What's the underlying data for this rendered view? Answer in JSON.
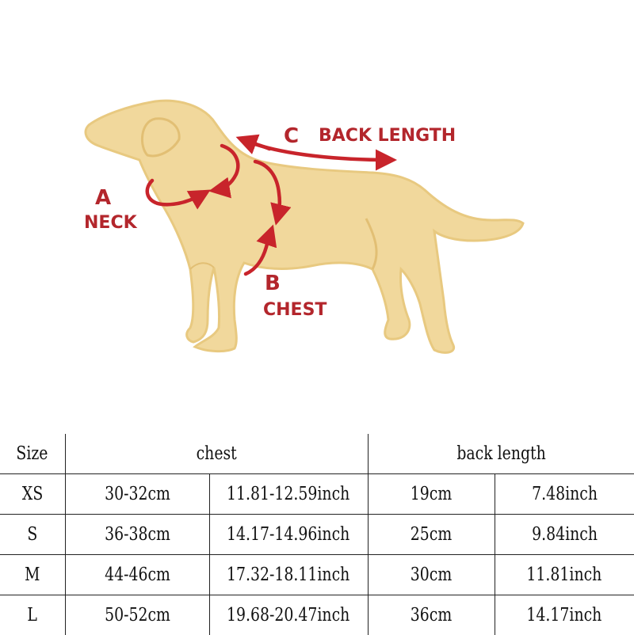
{
  "diagram": {
    "neck_letter": "A",
    "neck_label": "NECK",
    "chest_letter": "B",
    "chest_label": "CHEST",
    "back_letter": "C",
    "back_label": "BACK LENGTH",
    "colors": {
      "dog_fill": "#f1d89c",
      "dog_outline": "#e8c980",
      "arrow": "#c8242b",
      "label": "#b3262c"
    }
  },
  "table": {
    "headers": {
      "size": "Size",
      "chest": "chest",
      "back_length": "back length"
    },
    "rows": [
      {
        "size": "XS",
        "chest_cm": "30-32cm",
        "chest_inch": "11.81-12.59inch",
        "back_cm": "19cm",
        "back_inch": "7.48inch"
      },
      {
        "size": "S",
        "chest_cm": "36-38cm",
        "chest_inch": "14.17-14.96inch",
        "back_cm": "25cm",
        "back_inch": "9.84inch"
      },
      {
        "size": "M",
        "chest_cm": "44-46cm",
        "chest_inch": "17.32-18.11inch",
        "back_cm": "30cm",
        "back_inch": "11.81inch"
      },
      {
        "size": "L",
        "chest_cm": "50-52cm",
        "chest_inch": "19.68-20.47inch",
        "back_cm": "36cm",
        "back_inch": "14.17inch"
      }
    ]
  }
}
